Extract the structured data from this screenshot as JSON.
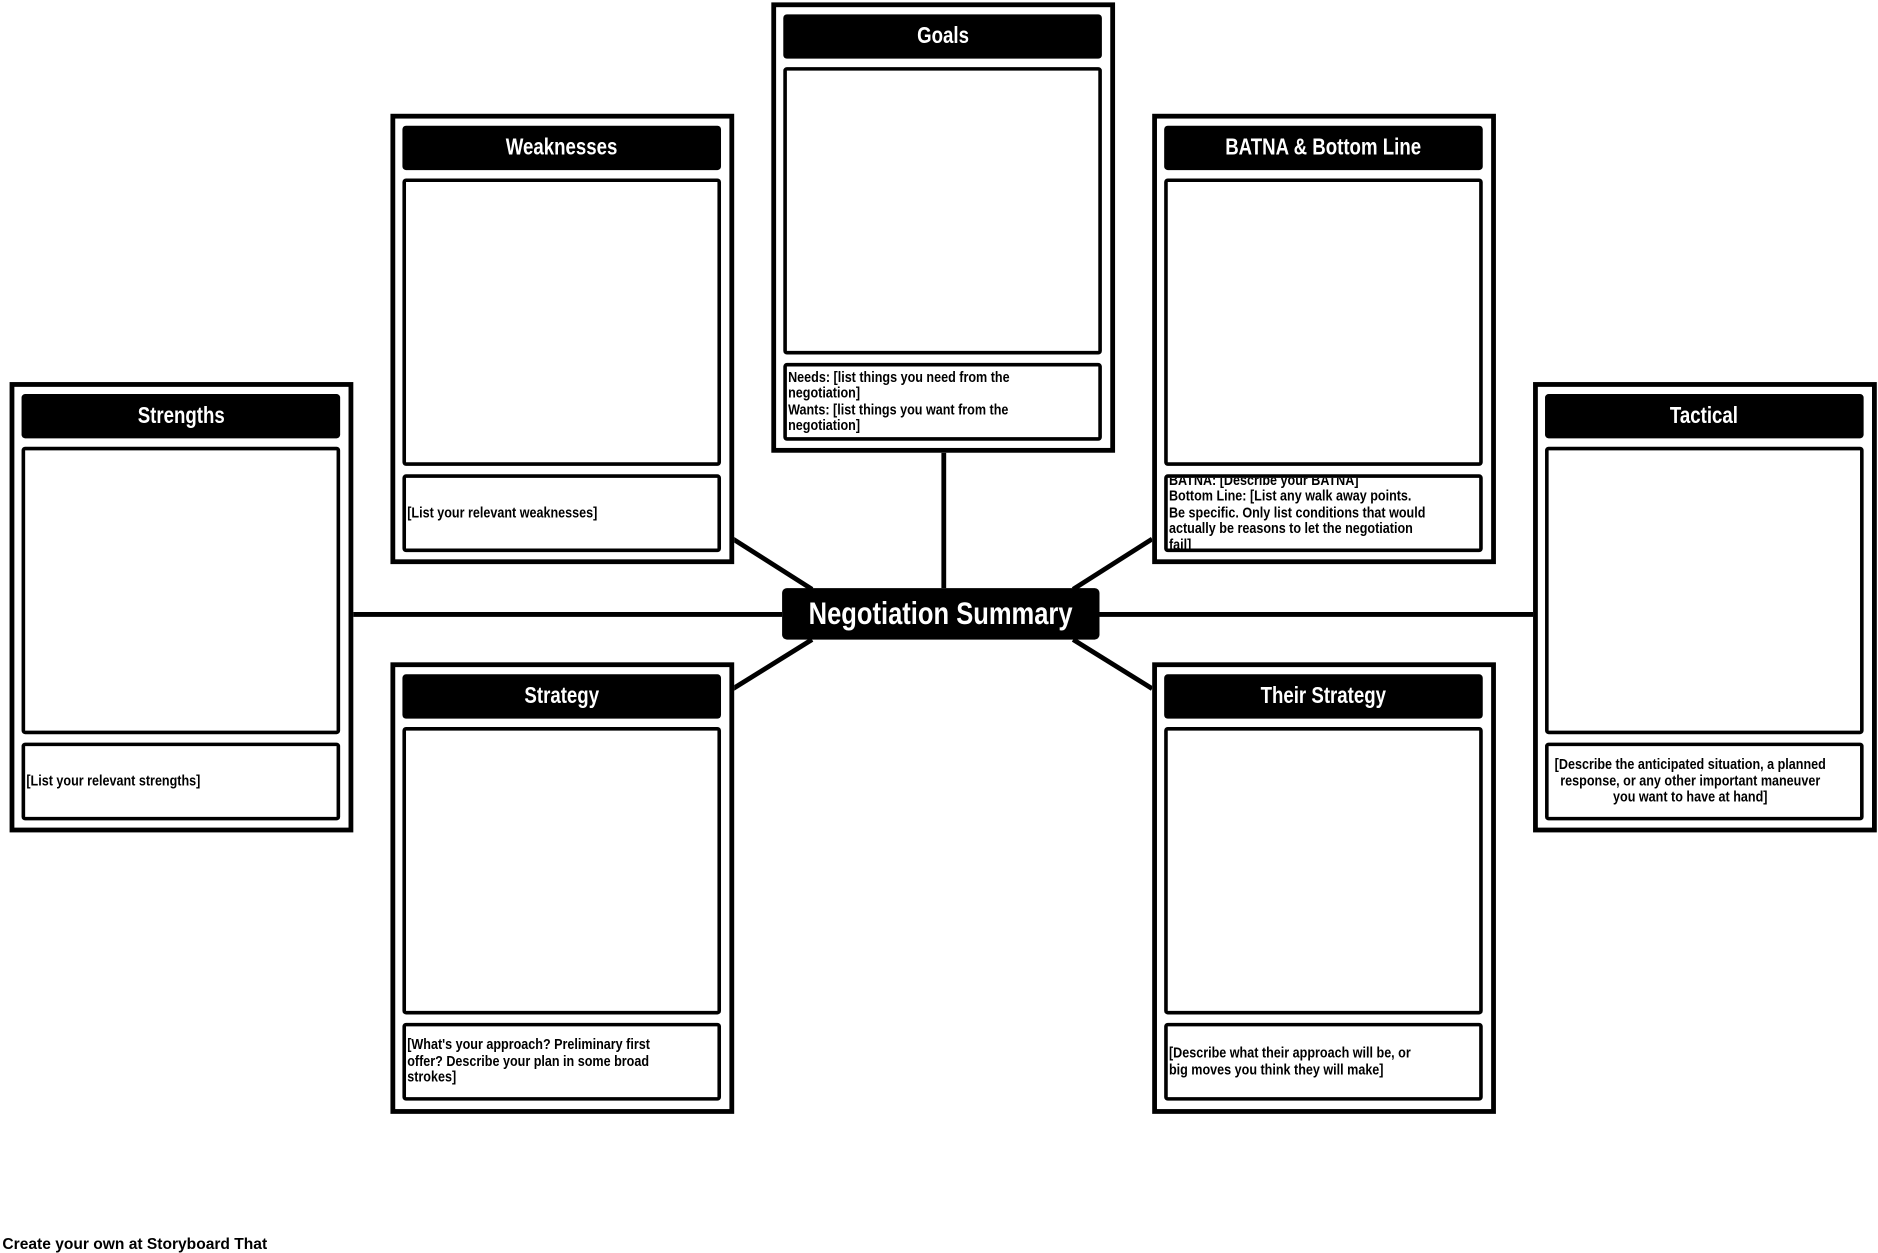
{
  "center_title": "Negotiation Summary",
  "cards": {
    "goals": {
      "title": "Goals",
      "note": "Needs: [list things you need from the negotiation]\nWants: [list things you want from the negotiation]"
    },
    "weaknesses": {
      "title": "Weaknesses",
      "note": "[List your relevant weaknesses]"
    },
    "batna": {
      "title": "BATNA & Bottom Line",
      "note": "BATNA: [Describe your BATNA]\nBottom Line: [List any walk away points. Be specific. Only list conditions that would actually be reasons to let the negotiation fail]"
    },
    "strengths": {
      "title": "Strengths",
      "note": "[List your relevant strengths]"
    },
    "tactical": {
      "title": "Tactical",
      "note": "[Describe the anticipated situation, a planned response, or any other important maneuver you want to have at hand]"
    },
    "strategy": {
      "title": "Strategy",
      "note": "[What's your approach? Preliminary first offer? Describe your plan in some broad strokes]"
    },
    "their_strategy": {
      "title": "Their Strategy",
      "note": "[Describe what their approach will be, or big moves you think they will make]"
    }
  },
  "footer": "Create your own at Storyboard That"
}
